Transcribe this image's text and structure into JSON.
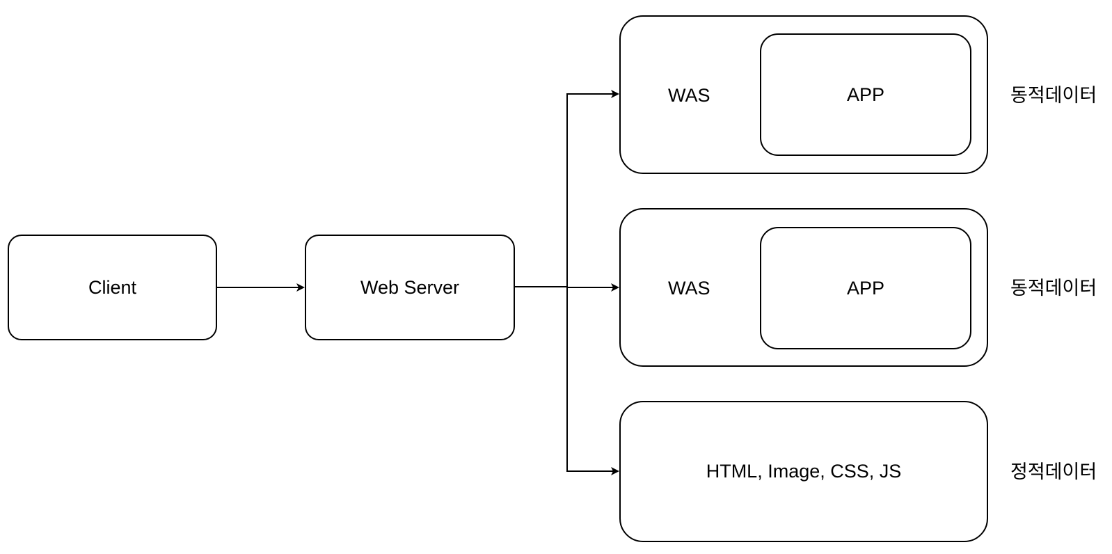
{
  "nodes": {
    "client": "Client",
    "web_server": "Web Server",
    "was_1": {
      "label": "WAS",
      "app": "APP"
    },
    "was_2": {
      "label": "WAS",
      "app": "APP"
    },
    "static": "HTML, Image, CSS, JS"
  },
  "side_labels": {
    "dynamic_1": "동적데이터",
    "dynamic_2": "동적데이터",
    "static": "정적데이터"
  }
}
